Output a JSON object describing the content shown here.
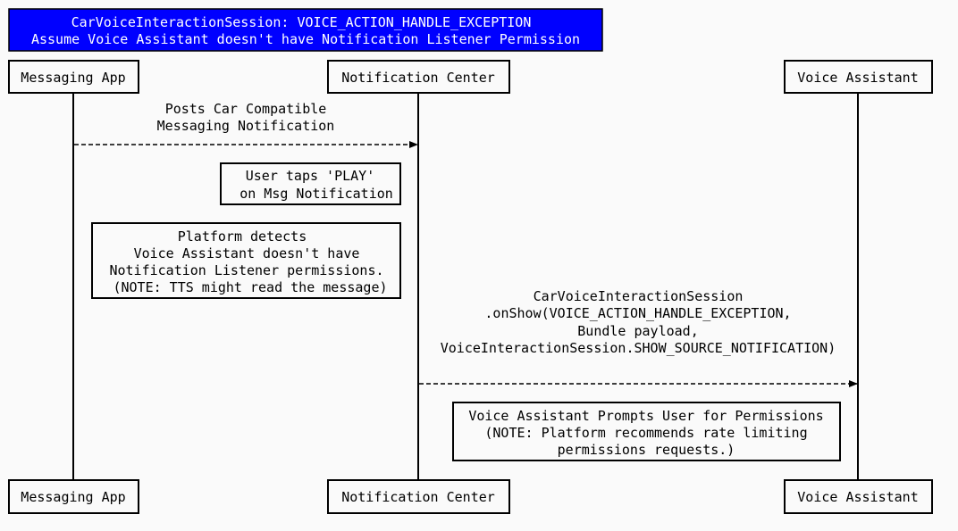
{
  "title": {
    "lines": [
      "CarVoiceInteractionSession: VOICE_ACTION_HANDLE_EXCEPTION",
      "Assume Voice Assistant doesn't have Notification Listener Permission"
    ],
    "background": "#0000ff",
    "text_color": "#ffffff"
  },
  "participants": [
    {
      "id": "messaging-app",
      "label": "Messaging App"
    },
    {
      "id": "notification-center",
      "label": "Notification Center"
    },
    {
      "id": "voice-assistant",
      "label": "Voice Assistant"
    }
  ],
  "messages": [
    {
      "from": "Messaging App",
      "to": "Notification Center",
      "style": "dashed",
      "lines": [
        "Posts Car Compatible",
        "Messaging Notification"
      ]
    },
    {
      "from": "Notification Center",
      "to": "Voice Assistant",
      "style": "dashed",
      "lines": [
        "CarVoiceInteractionSession",
        ".onShow(VOICE_ACTION_HANDLE_EXCEPTION,",
        "Bundle payload,",
        "VoiceInteractionSession.SHOW_SOURCE_NOTIFICATION)"
      ]
    }
  ],
  "notes": [
    {
      "lines": [
        "User taps 'PLAY'",
        "on Msg Notification"
      ]
    },
    {
      "lines": [
        "Platform detects",
        "Voice Assistant doesn't have",
        "Notification Listener permissions.",
        "(NOTE: TTS might read the message)"
      ]
    },
    {
      "lines": [
        "Voice Assistant Prompts User for Permissions",
        "(NOTE: Platform recommends rate limiting",
        "permissions requests.)"
      ]
    }
  ]
}
